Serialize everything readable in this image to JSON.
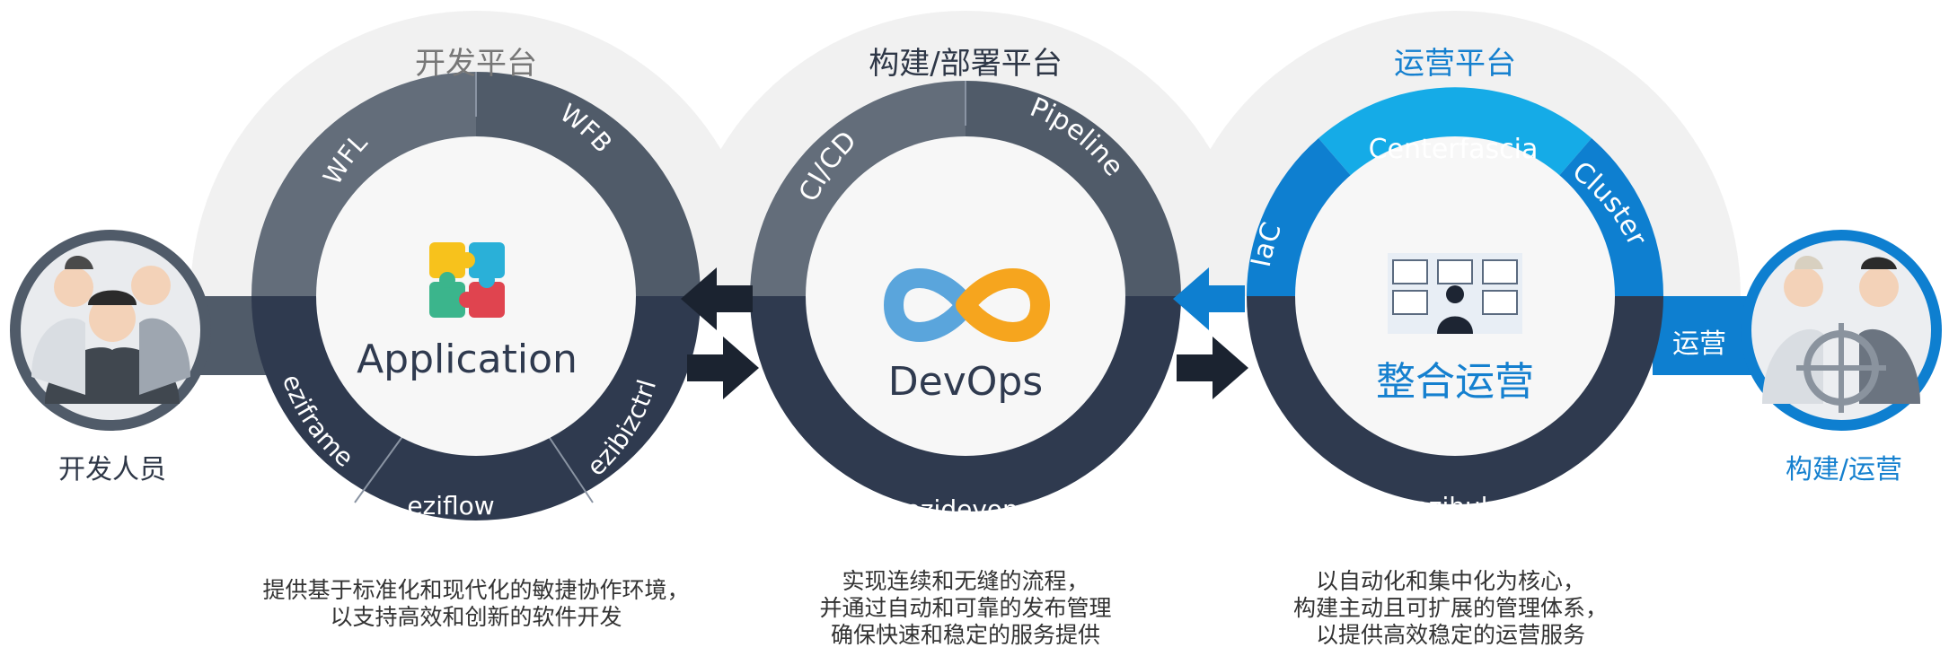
{
  "platforms": [
    {
      "title": "开发平台",
      "center_label": "Application",
      "segments": [
        "WFL",
        "WFB",
        "eziframe",
        "eziflow",
        "ezibizctrl"
      ],
      "description": [
        "提供基于标准化和现代化的敏捷协作环境，",
        "以支持高效和创新的软件开发"
      ]
    },
    {
      "title": "构建/部署平台",
      "center_label": "DevOps",
      "segments": [
        "CI/CD",
        "Pipeline",
        "ezidevops"
      ],
      "description": [
        "实现连续和无缝的流程，",
        "并通过自动和可靠的发布管理",
        "确保快速和稳定的服务提供"
      ]
    },
    {
      "title": "运营平台",
      "center_label": "整合运营",
      "segments": [
        "Centerfascia",
        "IaC",
        "Cluster",
        "运营",
        "ezihub"
      ],
      "description": [
        "以自动化和集中化为核心，",
        "构建主动且可扩展的管理体系，",
        "以提供高效稳定的运营服务"
      ]
    }
  ],
  "actors": {
    "left": "开发人员",
    "right": "构建/运营"
  },
  "colors": {
    "gray_dark": "#505b69",
    "gray_mid": "#636d7a",
    "navy": "#2f3a4f",
    "blue": "#0e7fd0",
    "light_blue": "#15abe7",
    "arc_bg": "#f1f1f1",
    "title_gray": "#777777",
    "title_dark": "#2e3747",
    "title_blue": "#1580cf"
  },
  "icons": [
    "puzzle-icon",
    "devops-infinity-icon",
    "monitoring-operator-icon",
    "developers-group-icon",
    "operators-helm-icon"
  ]
}
